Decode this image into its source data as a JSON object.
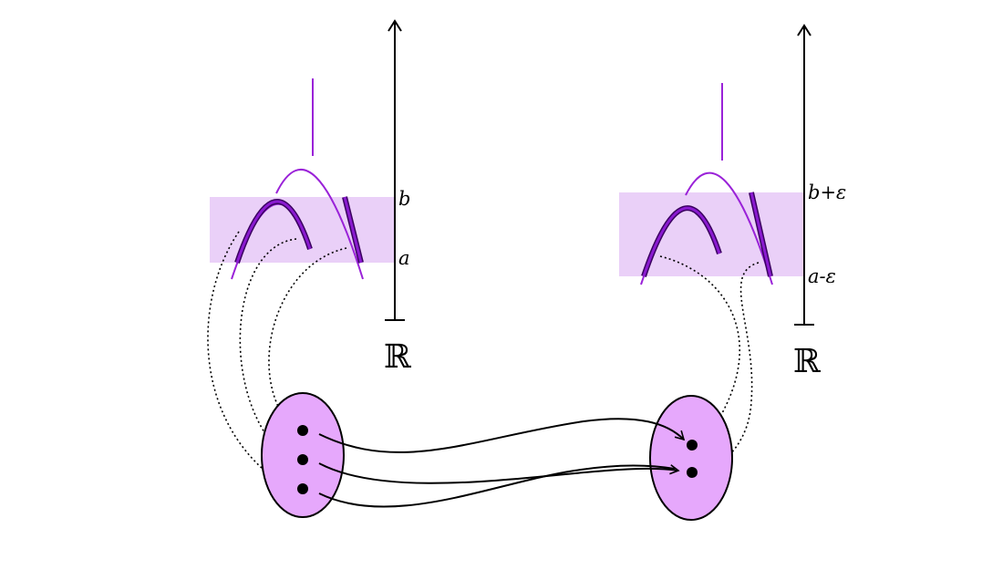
{
  "left_panel": {
    "upper_label": "b",
    "lower_label": "a",
    "axis_symbol": "ℝ"
  },
  "right_panel": {
    "upper_label": "b+ε",
    "lower_label": "a-ε",
    "axis_symbol": "ℝ"
  },
  "colors": {
    "band": "#ead0f8",
    "tree": "#9a22d8",
    "highlight": "#5a0a8c",
    "node_fill": "#e6a8fc",
    "ink": "#000000"
  },
  "left_set_points": 3,
  "right_set_points": 2
}
